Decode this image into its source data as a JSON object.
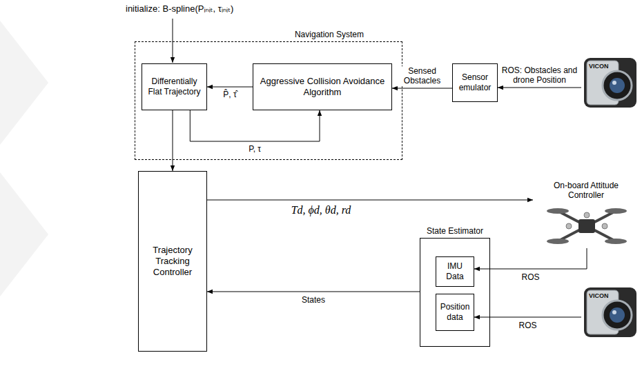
{
  "diagram": {
    "nodes": [
      {
        "text": [
          "Navigation System"
        ]
      },
      {
        "text": [
          "Differentially Flat Trajectory"
        ],
        "in": 0
      },
      {
        "text": [
          "Aggressive Collision Avoidance Algorithm"
        ],
        "in": 0
      },
      {
        "text": [
          "Sensor emulator"
        ]
      },
      {
        "text": [
          "VICON"
        ]
      },
      {
        "text": [
          "Trajectory Tracking Controller"
        ]
      },
      {
        "text": [
          "On-board Attitude Controller"
        ]
      },
      {
        "text": [
          "State Estimator"
        ]
      },
      {
        "text": [
          "IMU Data"
        ],
        "in": 7
      },
      {
        "text": [
          "Position data"
        ],
        "in": 7
      },
      {
        "text": [
          "VICON"
        ]
      }
    ],
    "edges": [
      {
        "from": 2,
        "to": 1,
        "label": "P̂, τ̂",
        "arrow": "to"
      },
      {
        "from": 1,
        "to": 2,
        "label": "P, τ",
        "arrow": "to"
      },
      {
        "from": 3,
        "to": 2,
        "label": "Sensed Obstacles",
        "arrow": "to"
      },
      {
        "from": 4,
        "to": 3,
        "label": "ROS: Obstacles and drone Position",
        "arrow": "to"
      },
      {
        "from": 1,
        "to": 5,
        "arrow": "to"
      },
      {
        "from": 5,
        "to": 6,
        "label": "Td, ϕd, θd, rd",
        "arrow": "to"
      },
      {
        "from": 6,
        "to": 8,
        "label": "ROS",
        "arrow": "to"
      },
      {
        "from": 10,
        "to": 9,
        "label": "ROS",
        "arrow": "to"
      },
      {
        "from": 7,
        "to": 5,
        "label": "States",
        "arrow": "to"
      }
    ],
    "labels": [
      "initialize: B-spline(Pᵢₙᵢₜ, τᵢₙᵢₜ)"
    ]
  }
}
